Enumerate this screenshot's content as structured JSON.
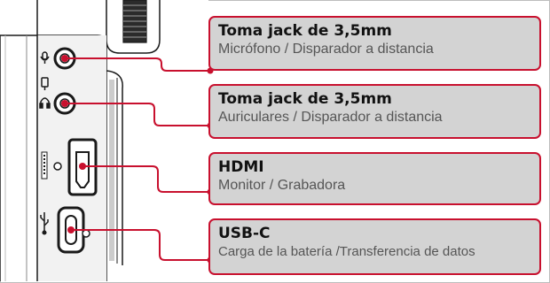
{
  "callouts": [
    {
      "id": "mic-jack",
      "title": "Toma jack de 3,5mm",
      "description": "Micrófono / Disparador a distancia"
    },
    {
      "id": "headphone-jack",
      "title": "Toma jack de 3,5mm",
      "description": "Auriculares / Disparador a distancia"
    },
    {
      "id": "hdmi-port",
      "title": "HDMI",
      "description": "Monitor / Grabadora"
    },
    {
      "id": "usbc-port",
      "title": "USB-C",
      "description": "Carga de la batería /Transferencia de datos"
    }
  ],
  "colors": {
    "accent": "#c8102e",
    "callout_bg": "#d3d3d3",
    "camera_body": "#f2f2f2",
    "port_outline": "#1a1a1a"
  },
  "icons": [
    "microphone-icon",
    "remote-release-icon",
    "headphone-icon",
    "hdmi-icon",
    "usb-icon"
  ]
}
